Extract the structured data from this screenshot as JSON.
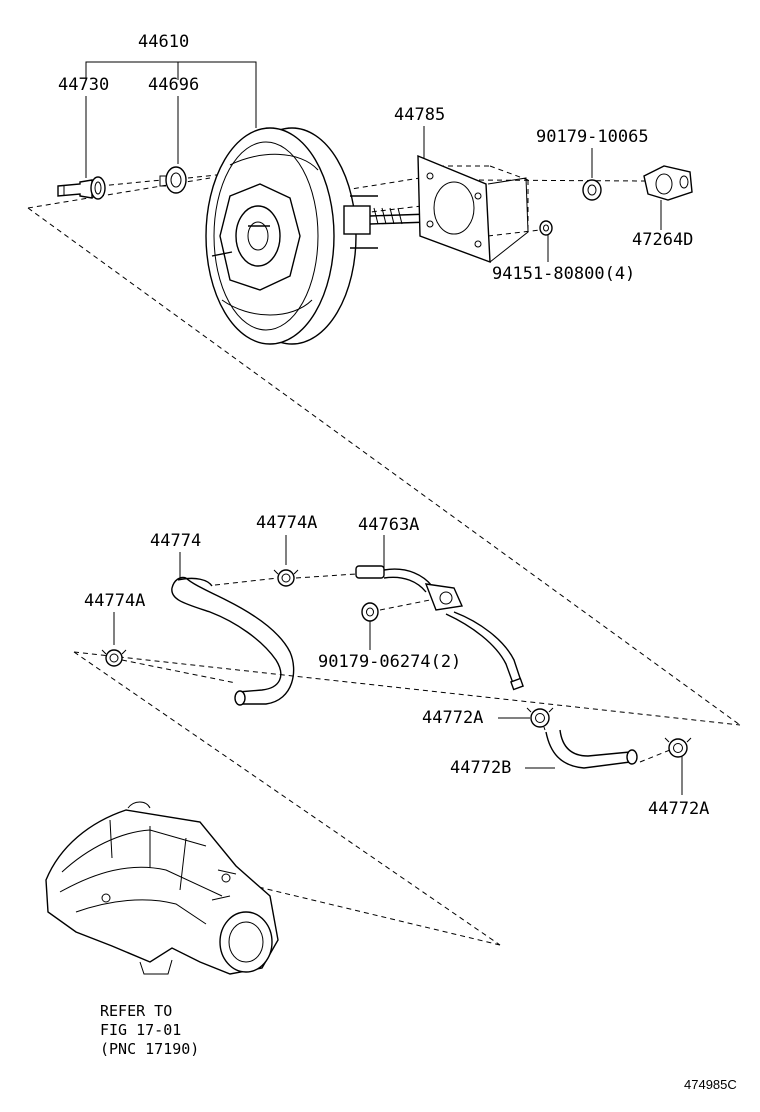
{
  "labels": {
    "p44610": "44610",
    "p44730": "44730",
    "p44696": "44696",
    "p44785": "44785",
    "p90179_10065": "90179-10065",
    "p47264d": "47264D",
    "p94151": "94151-80800(4)",
    "p44774": "44774",
    "p44774a_top": "44774A",
    "p44763a": "44763A",
    "p44774a_left": "44774A",
    "p90179_06274": "90179-06274(2)",
    "p44772a_mid": "44772A",
    "p44772b": "44772B",
    "p44772a_right": "44772A"
  },
  "reference": {
    "line1": "REFER TO",
    "line2": "FIG 17-01",
    "line3": "(PNC 17190)"
  },
  "illustration_number": "474985C"
}
